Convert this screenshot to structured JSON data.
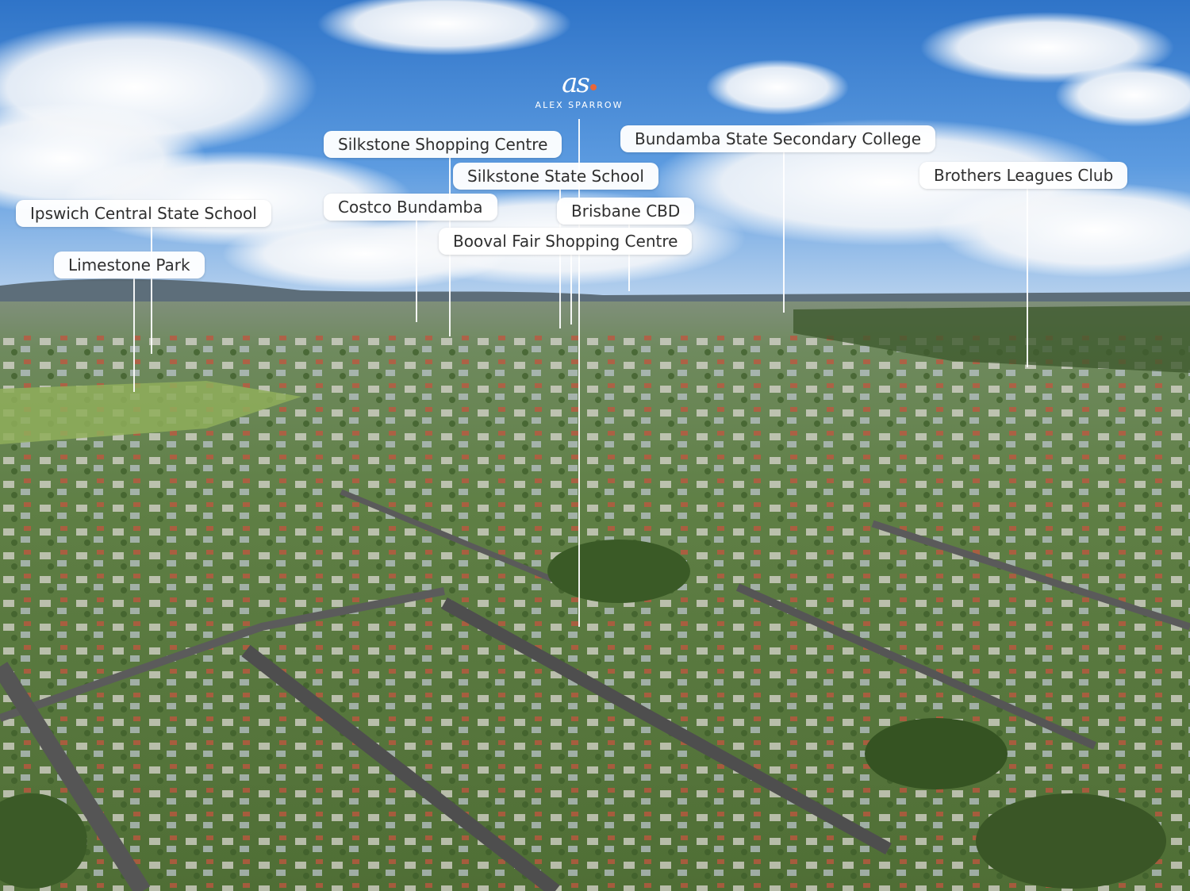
{
  "brand": {
    "monogram": "as",
    "name": "ALEX SPARROW",
    "accent_color": "#e8673a"
  },
  "labels": {
    "ipswich_central_state_school": "Ipswich Central State School",
    "limestone_park": "Limestone Park",
    "silkstone_shopping_centre": "Silkstone Shopping Centre",
    "costco_bundamba": "Costco Bundamba",
    "silkstone_state_school": "Silkstone State School",
    "brisbane_cbd": "Brisbane CBD",
    "booval_fair_shopping_centre": "Booval Fair Shopping Centre",
    "bundamba_state_secondary_college": "Bundamba State Secondary College",
    "brothers_leagues_club": "Brothers Leagues Club"
  }
}
